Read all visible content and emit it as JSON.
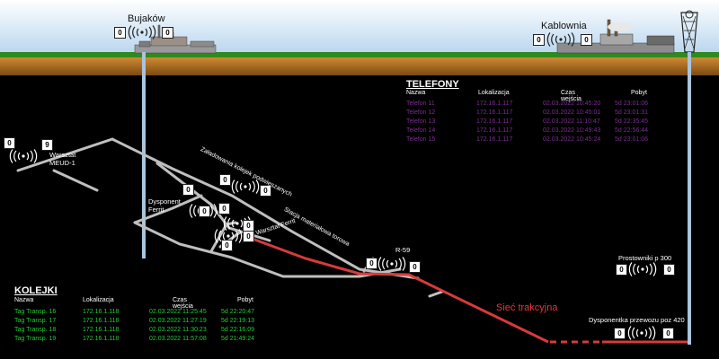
{
  "surface": {
    "left_site": {
      "name": "Bujaków",
      "count_left": "0",
      "count_right": "0"
    },
    "right_site": {
      "name": "Kablownia",
      "count_left": "0",
      "count_right": "0"
    }
  },
  "tunnel_labels": {
    "warsztat_meud": "Warsztat\nMEUD-1",
    "dysponent": "Dysponent\nFerrit",
    "zaladowania": "Załadowania kolejek podwieszanych",
    "stacja": "Stacja materiałowa torowa",
    "warsztat_ferrit": "Warsztat Ferrit",
    "r59": "R-59",
    "prostowniki": "Prostowniki p 300",
    "dysponentka": "Dysponentka przewozu poz 420",
    "siec": "Sieć trakcyjna"
  },
  "access_points": [
    {
      "id": "meud",
      "left": "0",
      "right": "9"
    },
    {
      "id": "zal",
      "left": "0",
      "right": "0"
    },
    {
      "id": "dysp",
      "left": "0",
      "right": "0"
    },
    {
      "id": "stacja",
      "left": "0",
      "right": "0"
    },
    {
      "id": "wf",
      "left": "0",
      "right": "0"
    },
    {
      "id": "r59",
      "left": "0",
      "right": "0"
    },
    {
      "id": "prost",
      "left": "0",
      "right": "0"
    },
    {
      "id": "disp420",
      "left": "0",
      "right": "0"
    }
  ],
  "telefony": {
    "title": "TELEFONY",
    "headers": [
      "Nazwa",
      "Lokalizacja",
      "Czas wejścia",
      "Pobyt"
    ],
    "rows": [
      [
        "Telefon 11",
        "172.16.1.117",
        "02.03.2022 10:45:20",
        "5d 23:01:06"
      ],
      [
        "Telefon 12",
        "172.16.1.117",
        "02.03.2022 10:45:01",
        "5d 23:01:31"
      ],
      [
        "Telefon 13",
        "172.16.1.117",
        "02.03.2022 11:10:47",
        "5d 22:35:45"
      ],
      [
        "Telefon 14",
        "172.16.1.117",
        "02.03.2022 10:49:43",
        "5d 22:56:44"
      ],
      [
        "Telefon 15",
        "172.16.1.117",
        "02.03.2022 10:45:24",
        "5d 23:01:06"
      ]
    ]
  },
  "kolejki": {
    "title": "KOLEJKI",
    "headers": [
      "Nazwa",
      "Lokalizacja",
      "Czas wejścia",
      "Pobyt"
    ],
    "rows": [
      [
        "Tag Transp. 16",
        "172.16.1.118",
        "02.03.2022 11:25:45",
        "5d 22:20:47"
      ],
      [
        "Tag Transp. 17",
        "172.16.1.118",
        "02.03.2022 11:27:19",
        "5d 22:19:13"
      ],
      [
        "Tag Transp. 18",
        "172.16.1.118",
        "02.03.2022 11:30:23",
        "5d 22:16:09"
      ],
      [
        "Tag Transp. 19",
        "172.16.1.118",
        "02.03.2022 11:57:08",
        "5d 21:49:24"
      ]
    ]
  },
  "colors": {
    "sky_top": "#ffffff",
    "sky_bottom": "#b9d6ee",
    "grass": "#2f8a1e",
    "soil": "#b5762a",
    "tunnel": "#bfbfbf",
    "rail": "#d93a3a",
    "shaft": "#a9c4de"
  }
}
